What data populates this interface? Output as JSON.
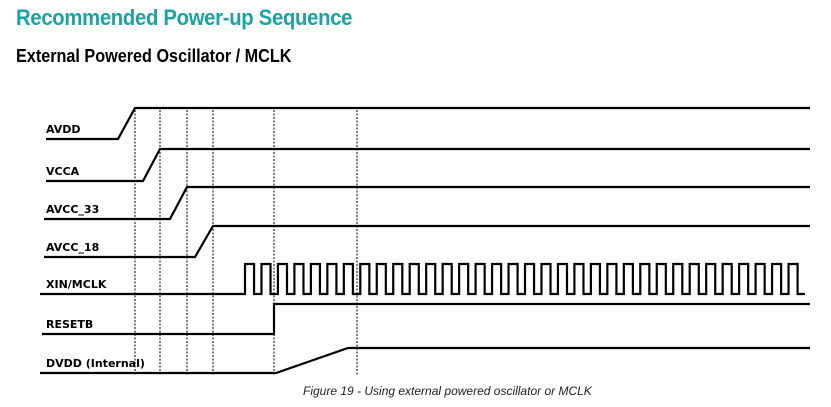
{
  "header": {
    "title": "Recommended Power-up Sequence",
    "subtitle": "External Powered Oscillator / MCLK"
  },
  "diagram": {
    "signals": [
      {
        "name": "AVDD",
        "type": "ramp"
      },
      {
        "name": "VCCA",
        "type": "ramp"
      },
      {
        "name": "AVCC_33",
        "type": "ramp"
      },
      {
        "name": "AVCC_18",
        "type": "ramp"
      },
      {
        "name": "XIN/MCLK",
        "type": "clock"
      },
      {
        "name": "RESETB",
        "type": "step"
      },
      {
        "name": "DVDD (Internal)",
        "type": "slow-ramp"
      }
    ],
    "clock_pulse_count": 34,
    "colors": {
      "title": "#1aa3a3",
      "line": "#000000"
    }
  },
  "caption": "Figure 19 - Using external powered oscillator or MCLK"
}
